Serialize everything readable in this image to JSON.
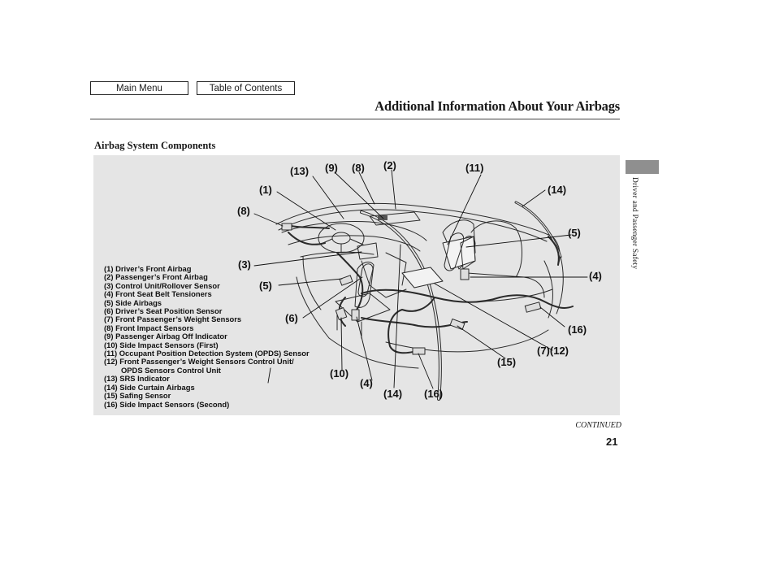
{
  "nav": {
    "main_menu": "Main Menu",
    "table_of_contents": "Table of Contents"
  },
  "header": {
    "title": "Additional Information About Your Airbags"
  },
  "section": {
    "heading": "Airbag System Components"
  },
  "side_tab": {
    "label": "Driver and Passenger Safety"
  },
  "figure": {
    "legend": [
      "(1) Driver’s Front Airbag",
      "(2) Passenger’s Front Airbag",
      "(3) Control Unit/Rollover Sensor",
      "(4) Front Seat Belt Tensioners",
      "(5) Side Airbags",
      "(6) Driver’s Seat Position Sensor",
      "(7) Front Passenger’s Weight Sensors",
      "(8) Front Impact Sensors",
      "(9) Passenger Airbag Off Indicator",
      "(10) Side Impact Sensors (First)",
      "(11) Occupant Position Detection System (OPDS) Sensor",
      "(12) Front Passenger’s Weight Sensors Control Unit/",
      "OPDS Sensors Control Unit",
      "(13) SRS Indicator",
      "(14) Side Curtain Airbags",
      "(15) Safing Sensor",
      "(16) Side Impact Sensors (Second)"
    ],
    "callouts": {
      "c13": "(13)",
      "c9": "(9)",
      "c8a": "(8)",
      "c2": "(2)",
      "c11": "(11)",
      "c1": "(1)",
      "c14a": "(14)",
      "c8b": "(8)",
      "c5a": "(5)",
      "c3": "(3)",
      "c4a": "(4)",
      "c5b": "(5)",
      "c6": "(6)",
      "c16a": "(16)",
      "c7_12": "(7)(12)",
      "c15": "(15)",
      "c10": "(10)",
      "c4b": "(4)",
      "c14b": "(14)",
      "c16b": "(16)"
    }
  },
  "footer": {
    "continued": "CONTINUED",
    "page_number": "21"
  }
}
